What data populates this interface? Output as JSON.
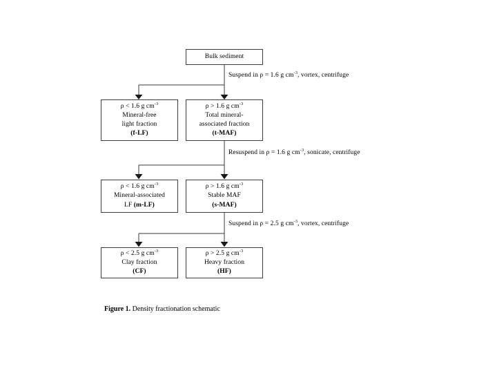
{
  "figure": {
    "caption_lead": "Figure 1.",
    "caption_text": " Density fractionation schematic"
  },
  "nodes": {
    "root": {
      "lines": [
        "Bulk sediment"
      ]
    },
    "flf": {
      "density": "ρ < 1.6 g cm",
      "exp": "-3",
      "lines": [
        "Mineral-free",
        "light fraction"
      ],
      "code": "(f-LF)"
    },
    "tmaf": {
      "density": "ρ > 1.6 g cm",
      "exp": "-3",
      "lines": [
        "Total mineral-",
        "associated fraction"
      ],
      "code": "(t-MAF)"
    },
    "mlf": {
      "density": "ρ < 1.6 g cm",
      "exp": "-3",
      "lines": [
        "Mineral-associated"
      ],
      "code_prefix": "LF ",
      "code": "(m-LF)"
    },
    "smaf": {
      "density": "ρ > 1.6 g cm",
      "exp": "-3",
      "lines": [
        "Stable MAF"
      ],
      "code": "(s-MAF)"
    },
    "cf": {
      "density": "ρ < 2.5 g cm",
      "exp": "-3",
      "lines": [
        "Clay fraction"
      ],
      "code": "(CF)"
    },
    "hf": {
      "density": "ρ > 2.5 g cm",
      "exp": "-3",
      "lines": [
        "Heavy fraction"
      ],
      "code": "(HF)"
    }
  },
  "steps": [
    {
      "pre": "Suspend in ρ = 1.6 g cm",
      "exp": "-3",
      "post": ", vortex, centrifuge"
    },
    {
      "pre": "Resuspend in ρ = 1.6 g cm",
      "exp": "-3",
      "post": ", sonicate, centrifuge"
    },
    {
      "pre": "Suspend in ρ = 2.5 g cm",
      "exp": "-3",
      "post": ", vortex, centrifuge"
    }
  ],
  "style": {
    "line_color": "#3a3a3a",
    "background": "#ffffff",
    "text_color": "#000000"
  }
}
